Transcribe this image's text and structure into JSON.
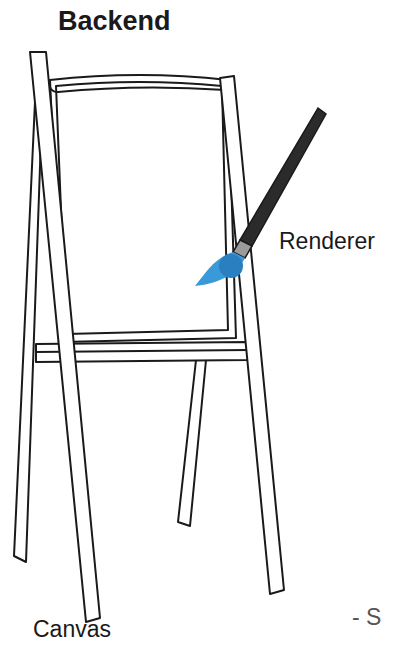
{
  "diagram": {
    "title": "Backend",
    "labels": [
      "Renderer",
      "Canvas",
      "- S"
    ]
  }
}
